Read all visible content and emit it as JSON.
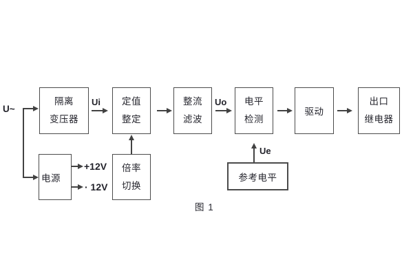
{
  "diagram": {
    "caption": "图 1",
    "labels": {
      "input": "U~",
      "ui": "Ui",
      "uo": "Uo",
      "ue": "Ue",
      "plus12v": "+12V",
      "minus12v": "· 12V"
    },
    "blocks": {
      "isolation_transformer": {
        "line1": "隔离",
        "line2": "变压器"
      },
      "value_setting": {
        "line1": "定值",
        "line2": "整定"
      },
      "rectifier_filter": {
        "line1": "整流",
        "line2": "滤波"
      },
      "level_detection": {
        "line1": "电平",
        "line2": "检测"
      },
      "drive": {
        "label": "驱动"
      },
      "output_relay": {
        "line1": "出口",
        "line2": "继电器"
      },
      "power_supply": {
        "label": "电源"
      },
      "ratio_switching": {
        "line1": "倍率",
        "line2": "切换"
      },
      "reference_level": {
        "label": "参考电平"
      }
    },
    "colors": {
      "line": "#424242",
      "border": "#4a4a4a",
      "text": "#26262e",
      "background": "#ffffff"
    }
  }
}
